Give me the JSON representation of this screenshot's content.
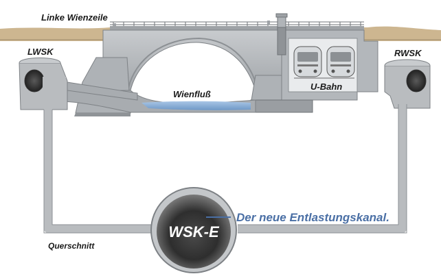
{
  "labels": {
    "street": "Linke Wienzeile",
    "left_channel": "LWSK",
    "right_channel": "RWSK",
    "river": "Wienfluß",
    "subway": "U-Bahn",
    "tunnel": "WSK-E",
    "caption": "Der neue Entlastungskanal.",
    "section": "Querschnitt"
  },
  "colors": {
    "accent": "#4a6fa5",
    "structure": "#b9bcbf",
    "ground": "#c9b48c",
    "water": "#8fb3d9",
    "text": "#1a1a1a"
  }
}
